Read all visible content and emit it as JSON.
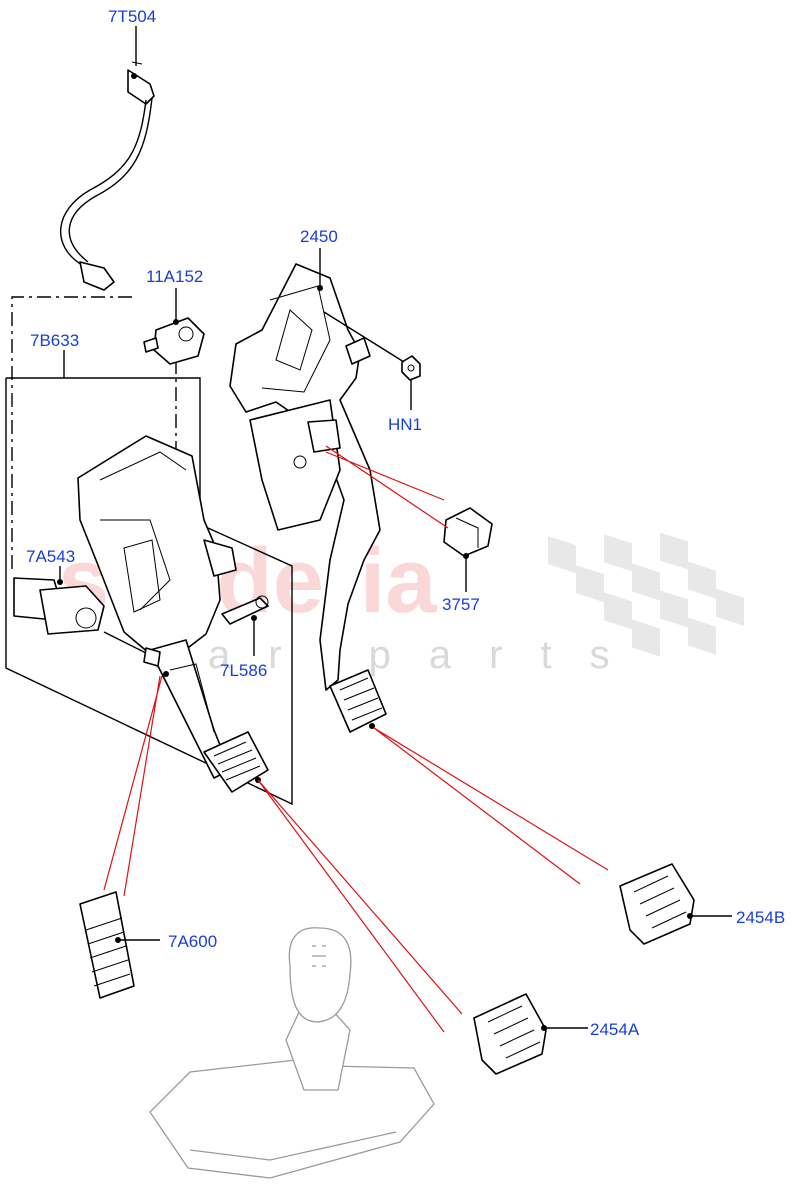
{
  "watermark": {
    "brand": "scuderia",
    "sub": "car parts"
  },
  "labels": {
    "l_7T504": "7T504",
    "l_11A152": "11A152",
    "l_7B633": "7B633",
    "l_2450": "2450",
    "l_HN1": "HN1",
    "l_7A543": "7A543",
    "l_3757": "3757",
    "l_7L586": "7L586",
    "l_7A600": "7A600",
    "l_2454B": "2454B",
    "l_2454A": "2454A"
  },
  "colors": {
    "label": "#1a3fd6",
    "leader_red": "#e01010",
    "watermark": "#f6b9b9"
  }
}
